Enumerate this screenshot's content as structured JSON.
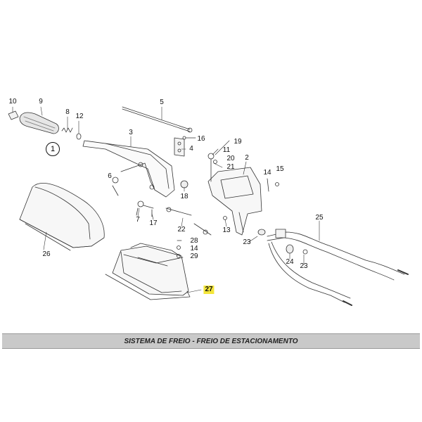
{
  "diagram": {
    "part_numbers": [
      "10",
      "9",
      "8",
      "12",
      "5",
      "3",
      "1",
      "16",
      "4",
      "19",
      "11",
      "20",
      "21",
      "2",
      "14",
      "15",
      "6",
      "18",
      "7",
      "17",
      "22",
      "28",
      "14",
      "29",
      "13",
      "23",
      "25",
      "24",
      "23",
      "26",
      "27"
    ],
    "highlighted_part": "27"
  },
  "footer": {
    "title": "SISTEMA DE FREIO - FREIO DE ESTACIONAMENTO"
  }
}
